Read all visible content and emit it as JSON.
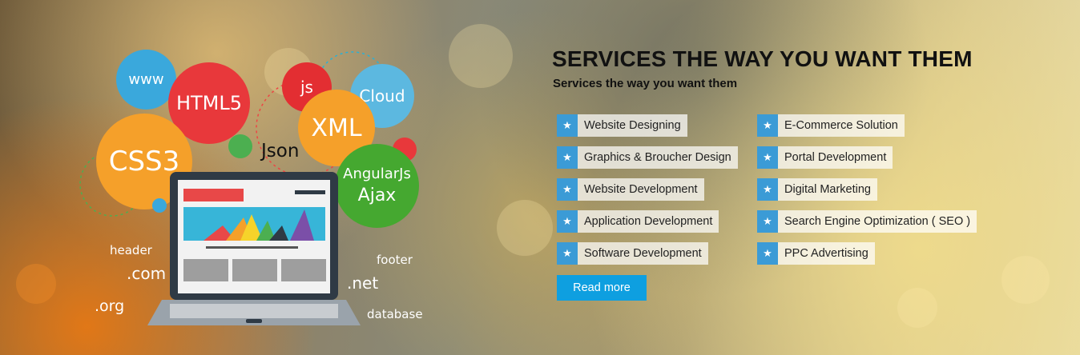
{
  "graphic": {
    "bubbles": {
      "www": "www",
      "html5": "HTML5",
      "js": "js",
      "cloud": "Cloud",
      "css3": "CSS3",
      "xml": "XML",
      "angular": "AngularJs",
      "ajax": "Ajax"
    },
    "labels": {
      "json": "Json",
      "header": "header",
      "com": ".com",
      "org": ".org",
      "footer": "footer",
      "net": ".net",
      "database": "database"
    }
  },
  "services": {
    "heading": "SERVICES THE WAY YOU WANT THEM",
    "subheading": "Services the way you want them",
    "left": [
      {
        "label": "Website Designing"
      },
      {
        "label": "Graphics & Broucher Design"
      },
      {
        "label": "Website Development"
      },
      {
        "label": "Application Development"
      },
      {
        "label": "Software Development"
      }
    ],
    "right": [
      {
        "label": "E-Commerce Solution"
      },
      {
        "label": "Portal Development"
      },
      {
        "label": "Digital Marketing"
      },
      {
        "label": "Search Engine Optimization ( SEO )"
      },
      {
        "label": "PPC Advertising"
      }
    ],
    "read_more": "Read more",
    "icon": "star-icon"
  },
  "colors": {
    "icon_bg": "#3b9bd6",
    "button_bg": "#0e9fe0"
  }
}
